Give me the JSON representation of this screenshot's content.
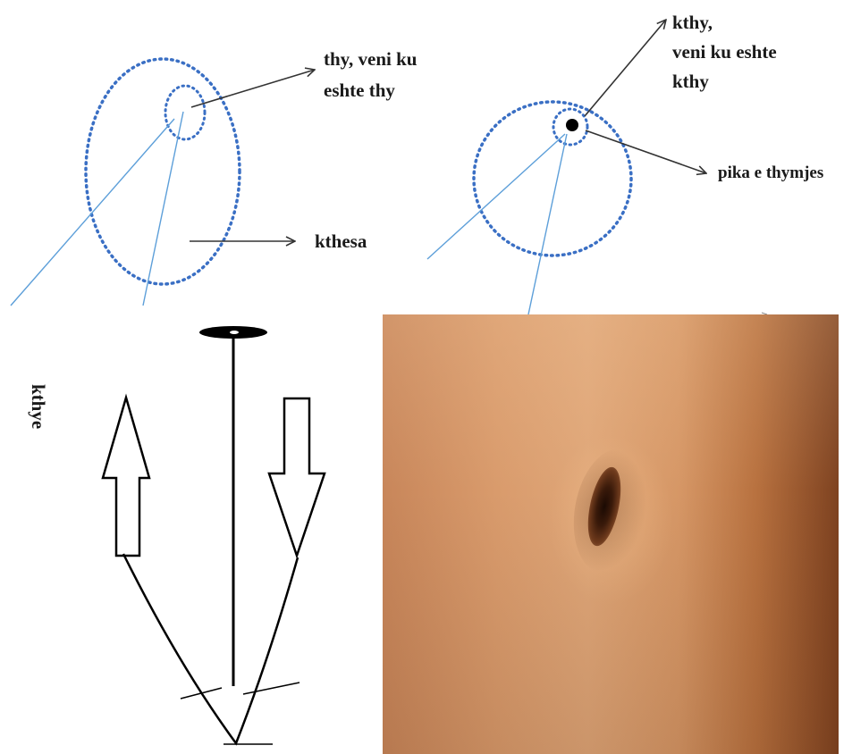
{
  "panel_top_left": {
    "label_1": "thy, veni ku",
    "label_2": "eshte thy",
    "curve_label": "kthesa"
  },
  "panel_top_right": {
    "label_1": "kthy,",
    "label_2": "veni ku eshte",
    "label_3": "kthy",
    "point_label": "pika e thymjes"
  },
  "panel_bottom_left": {
    "vertical_label": "kthye"
  },
  "panel_bottom_right": {
    "photo": "navel-photo"
  },
  "colors": {
    "dotted_circle": "#3a6fc4",
    "thin_line": "#5d9fd9",
    "arrow": "#333333",
    "text": "#1a1a1a"
  }
}
